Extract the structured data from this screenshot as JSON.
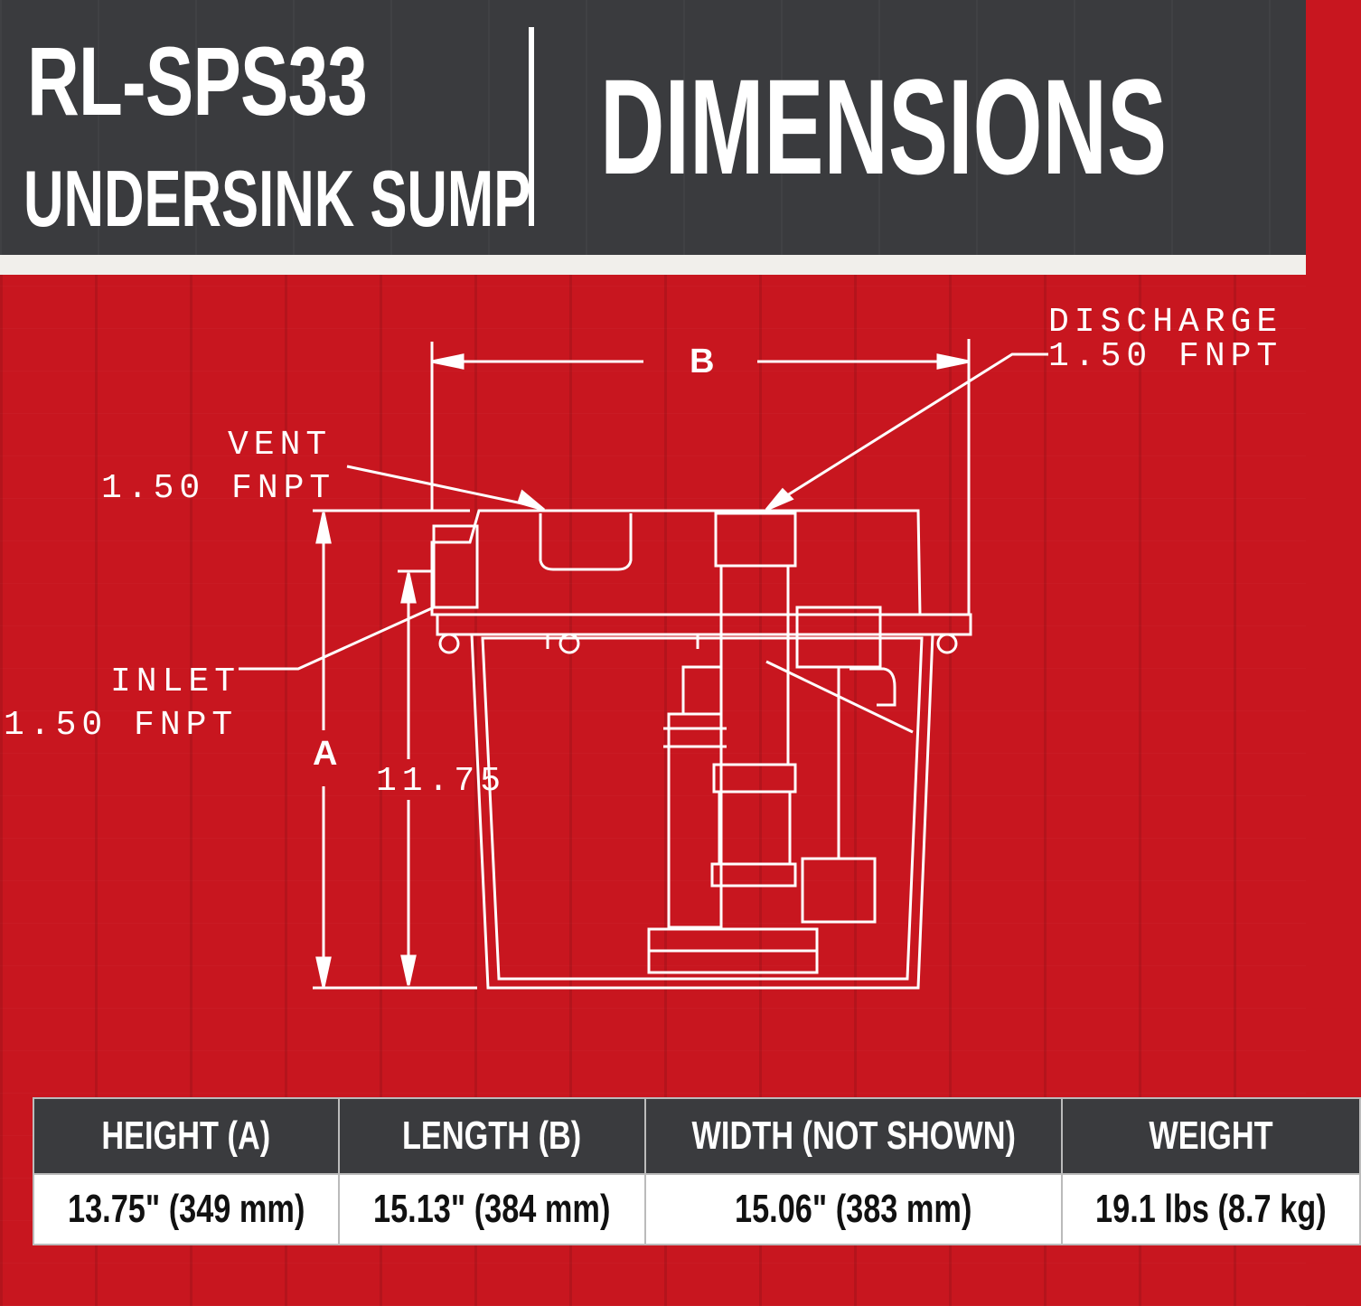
{
  "header": {
    "model": "RL-SPS33",
    "subtitle": "UNDERSINK SUMP",
    "title": "DIMENSIONS"
  },
  "diagram": {
    "label_b": "B",
    "label_a": "A",
    "label_1175": "11.75",
    "discharge_line1": "DISCHARGE",
    "discharge_line2": "1.50 FNPT",
    "vent_line1": "VENT",
    "vent_line2": "1.50 FNPT",
    "inlet_line1": "INLET",
    "inlet_line2": "1.50 FNPT"
  },
  "specs": {
    "headers": [
      "HEIGHT (A)",
      "LENGTH (B)",
      "WIDTH (NOT SHOWN)",
      "WEIGHT"
    ],
    "values": [
      "13.75\" (349 mm)",
      "15.13\" (384 mm)",
      "15.06\" (383 mm)",
      "19.1 lbs (8.7 kg)"
    ]
  },
  "colors": {
    "header_bg": "#3a3b3e",
    "main_bg": "#c8161f",
    "line": "#ffffff"
  }
}
